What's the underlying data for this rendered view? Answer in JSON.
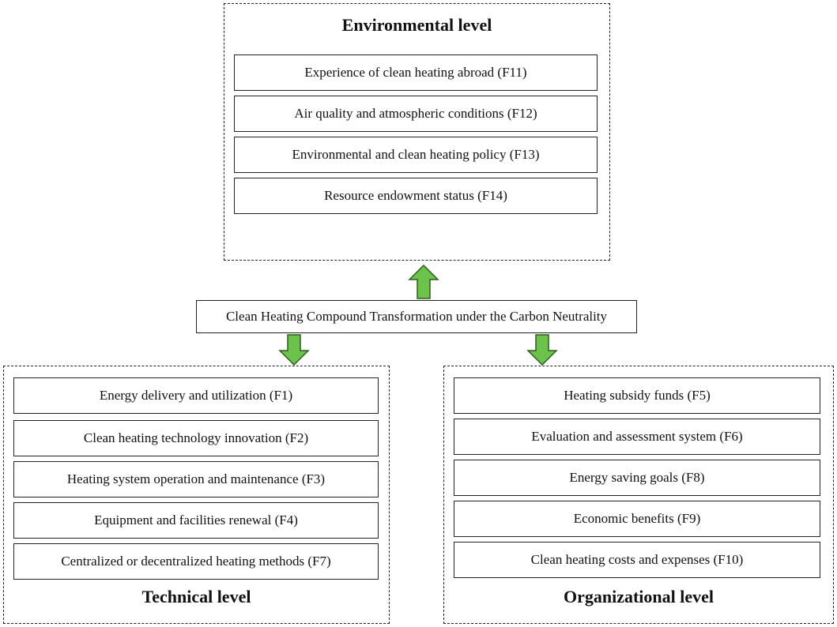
{
  "center": {
    "label": "Clean Heating Compound Transformation under the Carbon Neutrality"
  },
  "environmental": {
    "title": "Environmental level",
    "items": [
      "Experience of clean heating abroad (F11)",
      "Air quality and atmospheric conditions (F12)",
      "Environmental and clean heating policy (F13)",
      "Resource endowment status (F14)"
    ]
  },
  "technical": {
    "title": "Technical level",
    "items": [
      "Energy delivery and utilization (F1)",
      "Clean heating technology innovation (F2)",
      "Heating system operation and maintenance (F3)",
      "Equipment and facilities renewal (F4)",
      "Centralized or decentralized heating methods (F7)"
    ]
  },
  "organizational": {
    "title": "Organizational level",
    "items": [
      "Heating subsidy funds (F5)",
      "Evaluation and assessment system (F6)",
      "Energy saving goals (F8)",
      "Economic benefits (F9)",
      "Clean heating costs and expenses (F10)"
    ]
  },
  "colors": {
    "arrow_fill": "#6cc24a",
    "arrow_stroke": "#2e5c1e",
    "border": "#222222"
  }
}
